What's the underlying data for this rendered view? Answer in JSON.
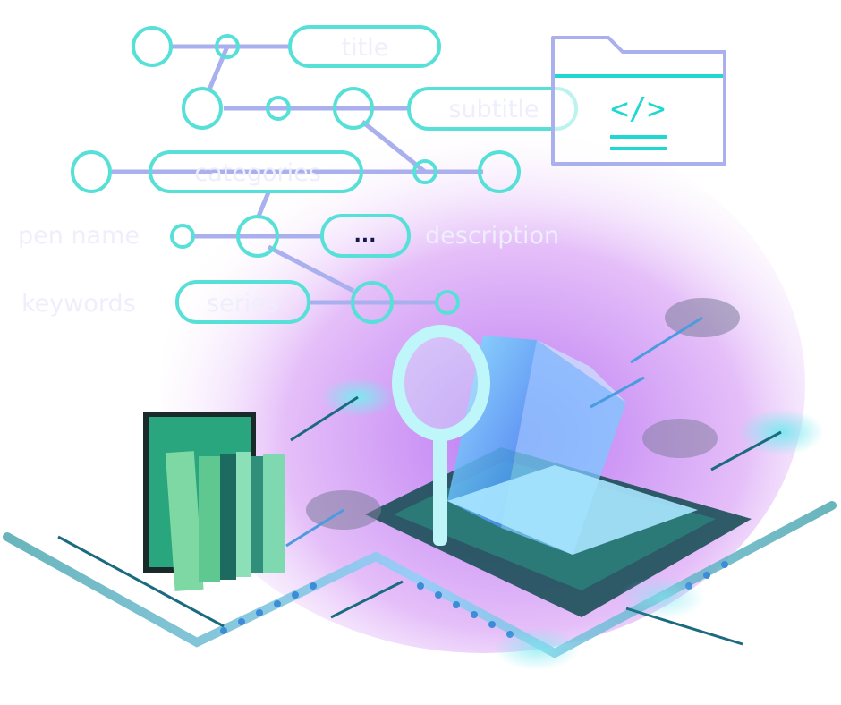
{
  "diagram": {
    "nodes": {
      "title": "title",
      "subtitle": "subtitle",
      "categories": "categories",
      "pen_name": "pen name",
      "more": "...",
      "description": "description",
      "keywords": "keywords",
      "series": "series"
    },
    "code_folder": {
      "icon": "code-folder-icon",
      "glyph": "</>"
    }
  },
  "colors": {
    "node_stroke": "#57e0d8",
    "edge": "#aab0ee",
    "label": "#eeeefc",
    "glow": "#c48cf5",
    "book_green": "#6fd6a0"
  }
}
